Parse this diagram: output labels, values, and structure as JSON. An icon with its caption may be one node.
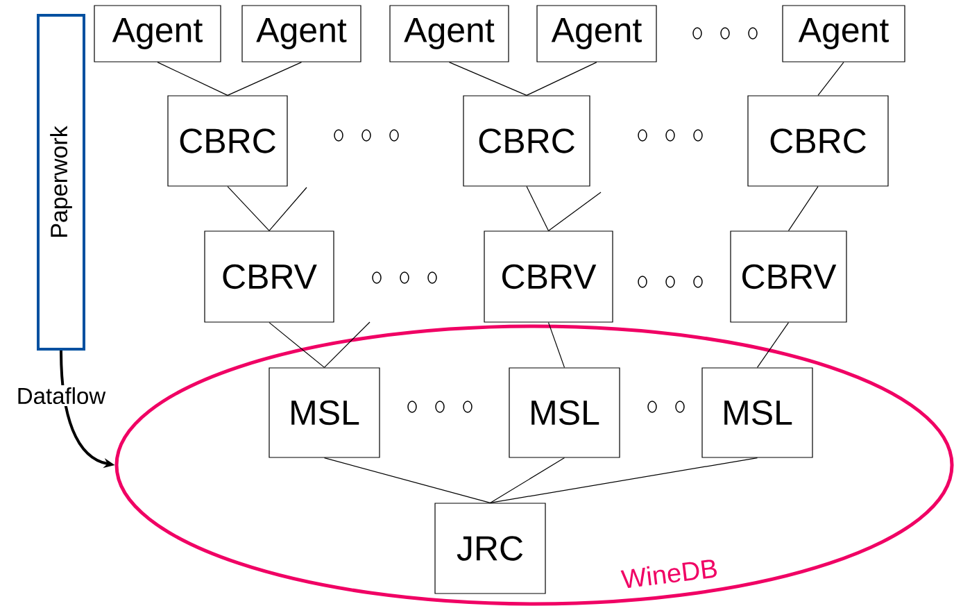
{
  "diagram": {
    "nodes": [
      {
        "text": [
          "Paperwork"
        ]
      },
      {
        "text": [
          "Agent"
        ]
      },
      {
        "text": [
          "Agent"
        ]
      },
      {
        "text": [
          "Agent"
        ]
      },
      {
        "text": [
          "Agent"
        ]
      },
      {
        "text": [
          "Agent"
        ]
      },
      {
        "text": [
          "CBRC"
        ]
      },
      {
        "text": [
          "CBRC"
        ]
      },
      {
        "text": [
          "CBRC"
        ]
      },
      {
        "text": [
          "CBRV"
        ]
      },
      {
        "text": [
          "CBRV"
        ]
      },
      {
        "text": [
          "CBRV"
        ]
      },
      {
        "text": [
          "WineDB"
        ]
      },
      {
        "text": [
          "MSL"
        ],
        "in": 12
      },
      {
        "text": [
          "MSL"
        ],
        "in": 12
      },
      {
        "text": [
          "MSL"
        ],
        "in": 12
      },
      {
        "text": [
          "JRC"
        ],
        "in": 12
      }
    ],
    "edges": [
      {
        "from": 1,
        "to": 6,
        "arrow": "none"
      },
      {
        "from": 2,
        "to": 6,
        "arrow": "none"
      },
      {
        "from": 3,
        "to": 7,
        "arrow": "none"
      },
      {
        "from": 4,
        "to": 7,
        "arrow": "none"
      },
      {
        "from": 5,
        "to": 8,
        "arrow": "none"
      },
      {
        "from": 6,
        "to": 9,
        "arrow": "none"
      },
      {
        "from": null,
        "to": 9,
        "arrow": "none"
      },
      {
        "from": 7,
        "to": 10,
        "arrow": "none"
      },
      {
        "from": null,
        "to": 10,
        "arrow": "none"
      },
      {
        "from": 8,
        "to": 11,
        "arrow": "none"
      },
      {
        "from": 9,
        "to": 13,
        "arrow": "none"
      },
      {
        "from": null,
        "to": 13,
        "arrow": "none"
      },
      {
        "from": 10,
        "to": 14,
        "arrow": "none"
      },
      {
        "from": 11,
        "to": 15,
        "arrow": "none"
      },
      {
        "from": 13,
        "to": 16,
        "arrow": "none"
      },
      {
        "from": 14,
        "to": 16,
        "arrow": "none"
      },
      {
        "from": 15,
        "to": 16,
        "arrow": "none"
      },
      {
        "from": 0,
        "to": 12,
        "arrow": "to",
        "label": "Dataflow",
        "style": "thick"
      }
    ]
  }
}
